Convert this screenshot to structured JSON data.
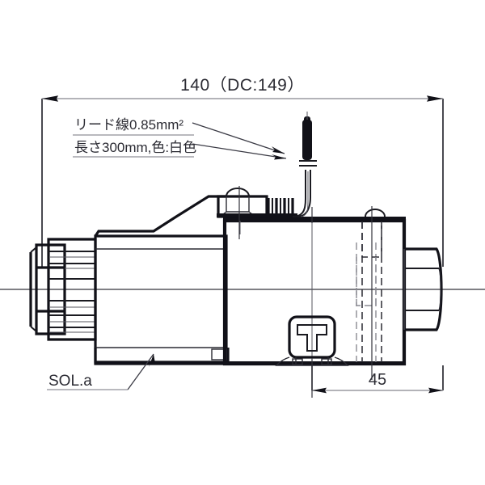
{
  "drawing": {
    "title": "Solenoid operated directional valve - side view dimensional drawing",
    "background_color": "#ffffff",
    "line_color": "#111118",
    "text_color": "#2b2b33",
    "thin_line_color": "#8a8a90",
    "dim_line_color": "#9a9aa0"
  },
  "dimensions": {
    "overall_length": {
      "label": "140（DC:149）",
      "name": "overall-length-dimension",
      "position": "top"
    },
    "body_width": {
      "label": "45",
      "name": "body-width-dimension",
      "position": "bottom-right"
    }
  },
  "annotations": {
    "lead_wire": {
      "line1": "リード線0.85mm²",
      "line2": "長さ30 0mm,色:白色",
      "line2_actual": "長さ300mm,色:白色",
      "name": "lead-wire-note"
    },
    "solenoid": {
      "label": "SOL.a",
      "name": "solenoid-a-label"
    }
  },
  "components": {
    "manual_override_cap": "ribbed-end-cap",
    "solenoid_housing": "solenoid-coil-housing",
    "valve_body": "valve-body-block",
    "cable_gland": "cable-gland-hatched",
    "lead_cable": "lead-wire-cable",
    "mounting_emblem": "t-shaped-emblem",
    "hidden_bolts": "hidden-bolt-holes",
    "right_end_cap": "right-end-plug"
  }
}
